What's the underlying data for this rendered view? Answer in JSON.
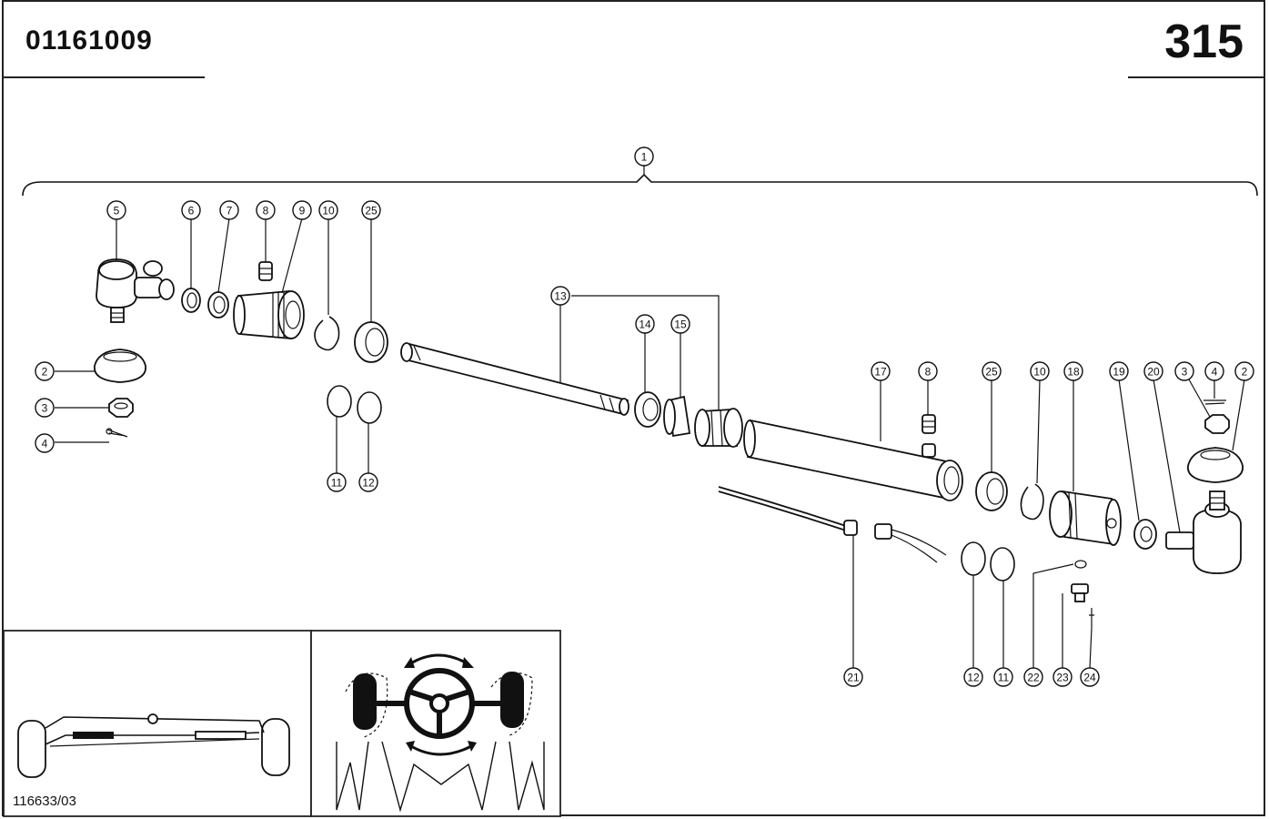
{
  "header": {
    "document_number": "01161009",
    "page_number": "315"
  },
  "footer": {
    "reference_code": "116633/03"
  },
  "callouts": {
    "assembly": "1",
    "tie_rod_end_left": "5",
    "boot_left": "2",
    "nut_left": "3",
    "cotter_pin_left": "4",
    "part6": "6",
    "part7": "7",
    "fitting_left": "8",
    "end_cap_left": "9",
    "circlip_left": "10",
    "bushing_left": "25",
    "oring_left_a": "11",
    "oring_left_b": "12",
    "piston_rod": "13",
    "seal14": "14",
    "seal15": "15",
    "cylinder": "17",
    "fitting_right": "8",
    "bushing_right": "25",
    "circlip_right": "10",
    "end_cap_right": "18",
    "nut19": "19",
    "tie_rod_end_right": "20",
    "nut_right": "3",
    "cotter_pin_right": "4",
    "boot_right": "2",
    "hose": "21",
    "oring_right_a": "12",
    "oring_right_b": "11",
    "ball22": "22",
    "bleed23": "23",
    "pin24": "24"
  }
}
